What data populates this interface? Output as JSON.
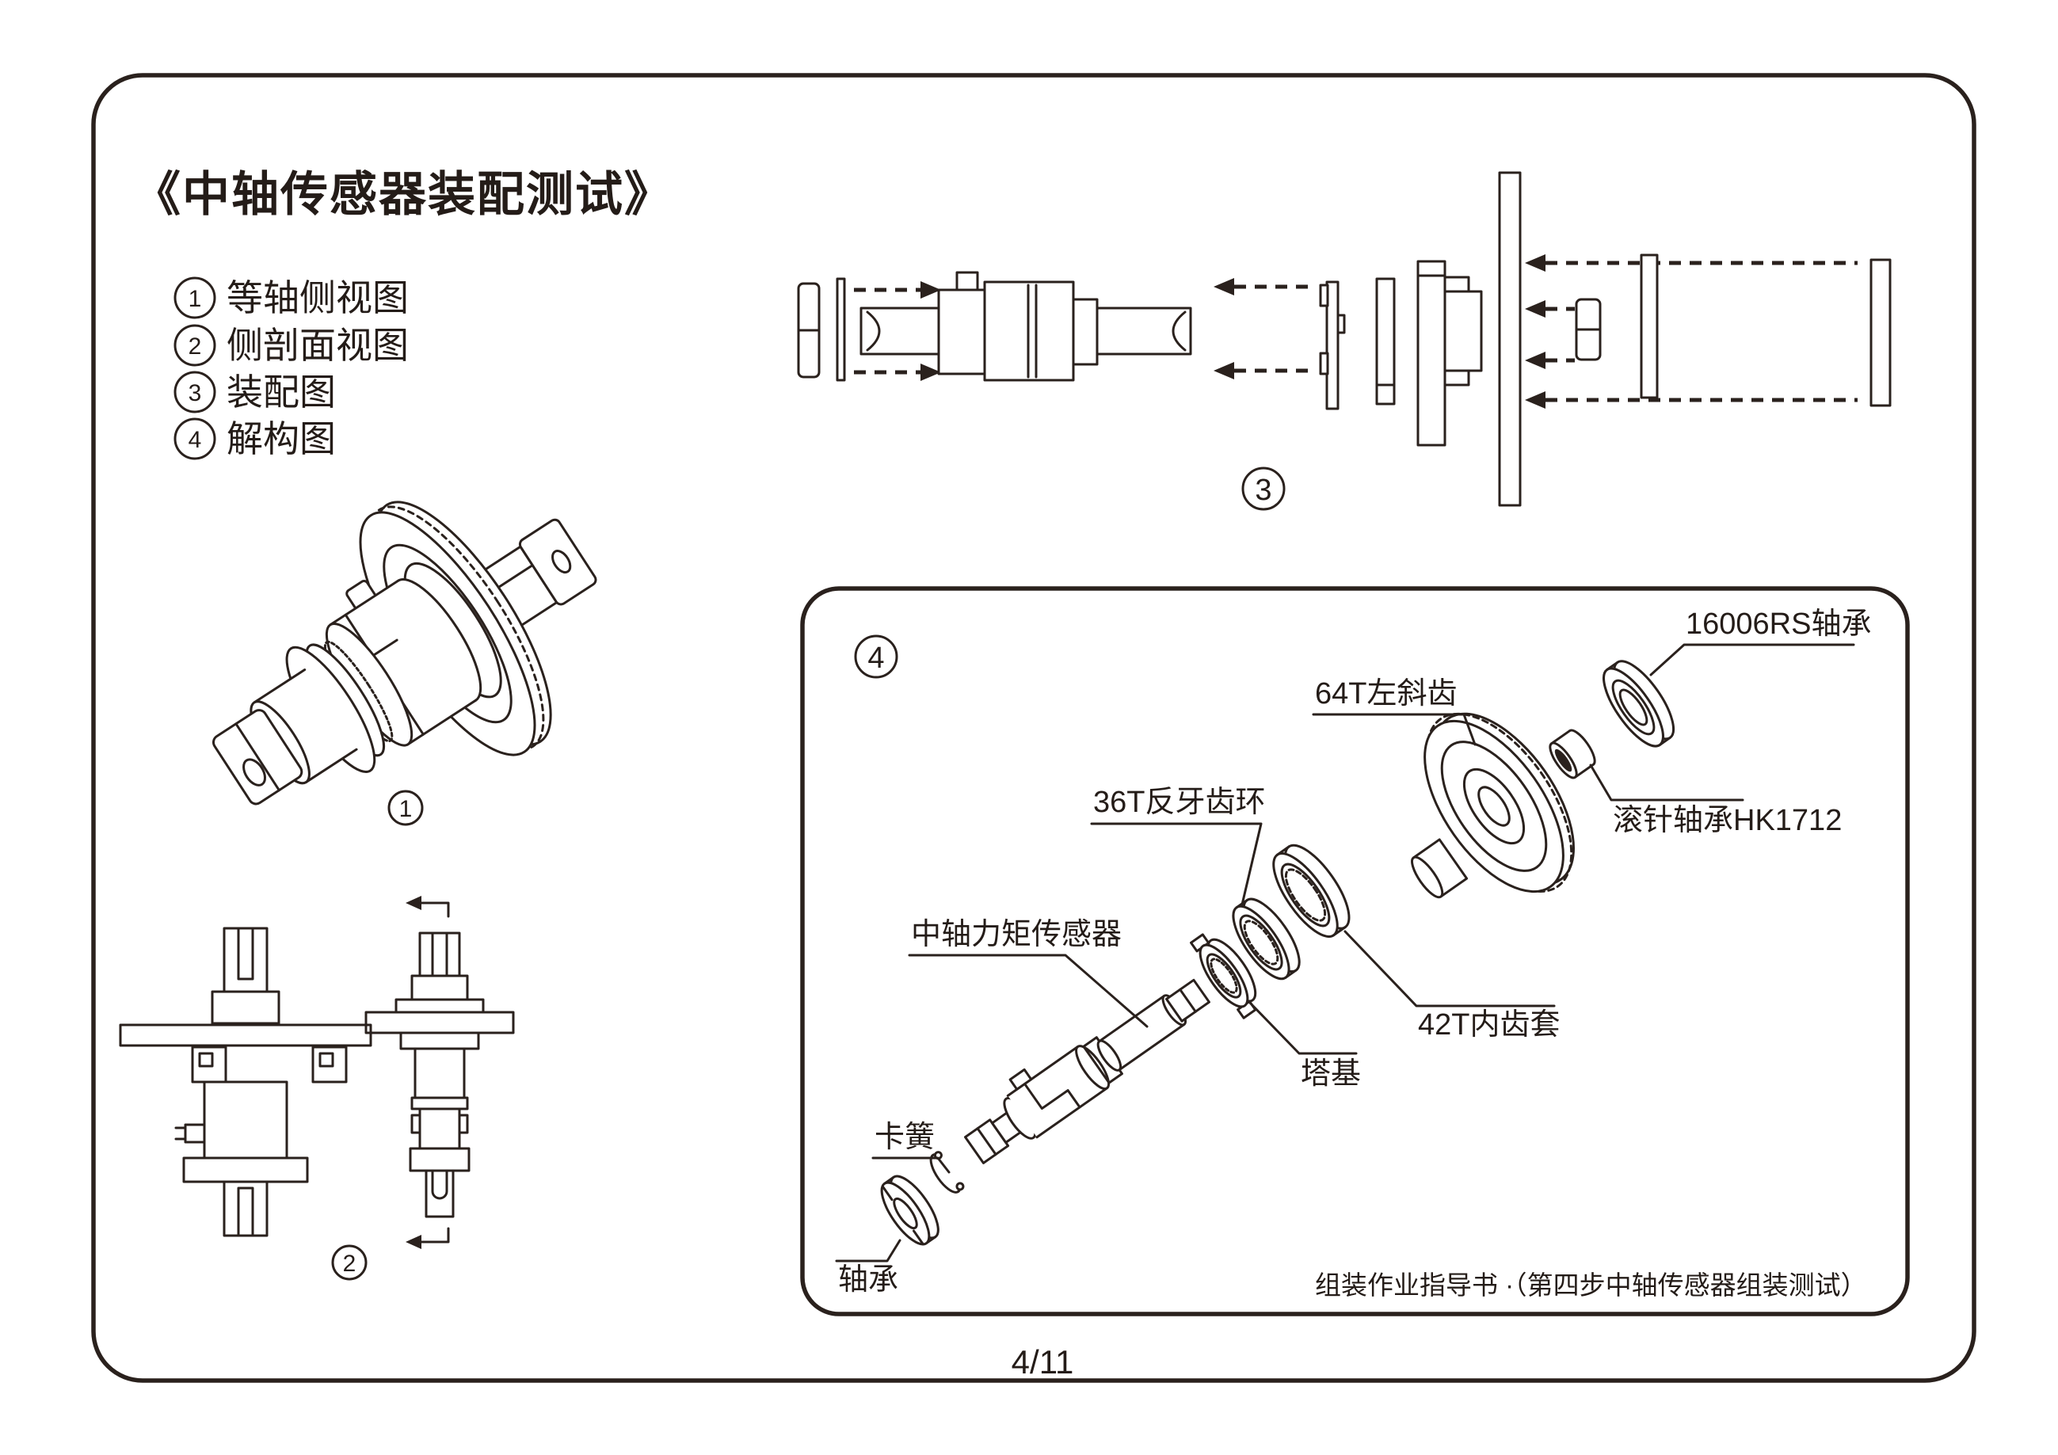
{
  "page": {
    "title": "《中轴传感器装配测试》",
    "page_number": "4/11"
  },
  "legend": {
    "items": [
      {
        "num": "1",
        "label": "等轴侧视图"
      },
      {
        "num": "2",
        "label": "侧剖面视图"
      },
      {
        "num": "3",
        "label": "装配图"
      },
      {
        "num": "4",
        "label": "解构图"
      }
    ]
  },
  "markers": {
    "iso": "1",
    "section": "2",
    "assembly": "3",
    "exploded": "4"
  },
  "exploded": {
    "footer": "组装作业指导书 ·（第四步中轴传感器组装测试）",
    "labels": {
      "bearing_16006rs": "16006RS轴承",
      "gear_64t": "64T左斜齿",
      "ring_36t": "36T反牙齿环",
      "needle_bearing_hk1712": "滚针轴承HK1712",
      "sleeve_42t": "42T内齿套",
      "torque_sensor": "中轴力矩传感器",
      "tower_base": "塔基",
      "circlip": "卡簧",
      "bearing": "轴承"
    }
  },
  "colors": {
    "ink": "#2a211d",
    "paper": "#ffffff"
  }
}
